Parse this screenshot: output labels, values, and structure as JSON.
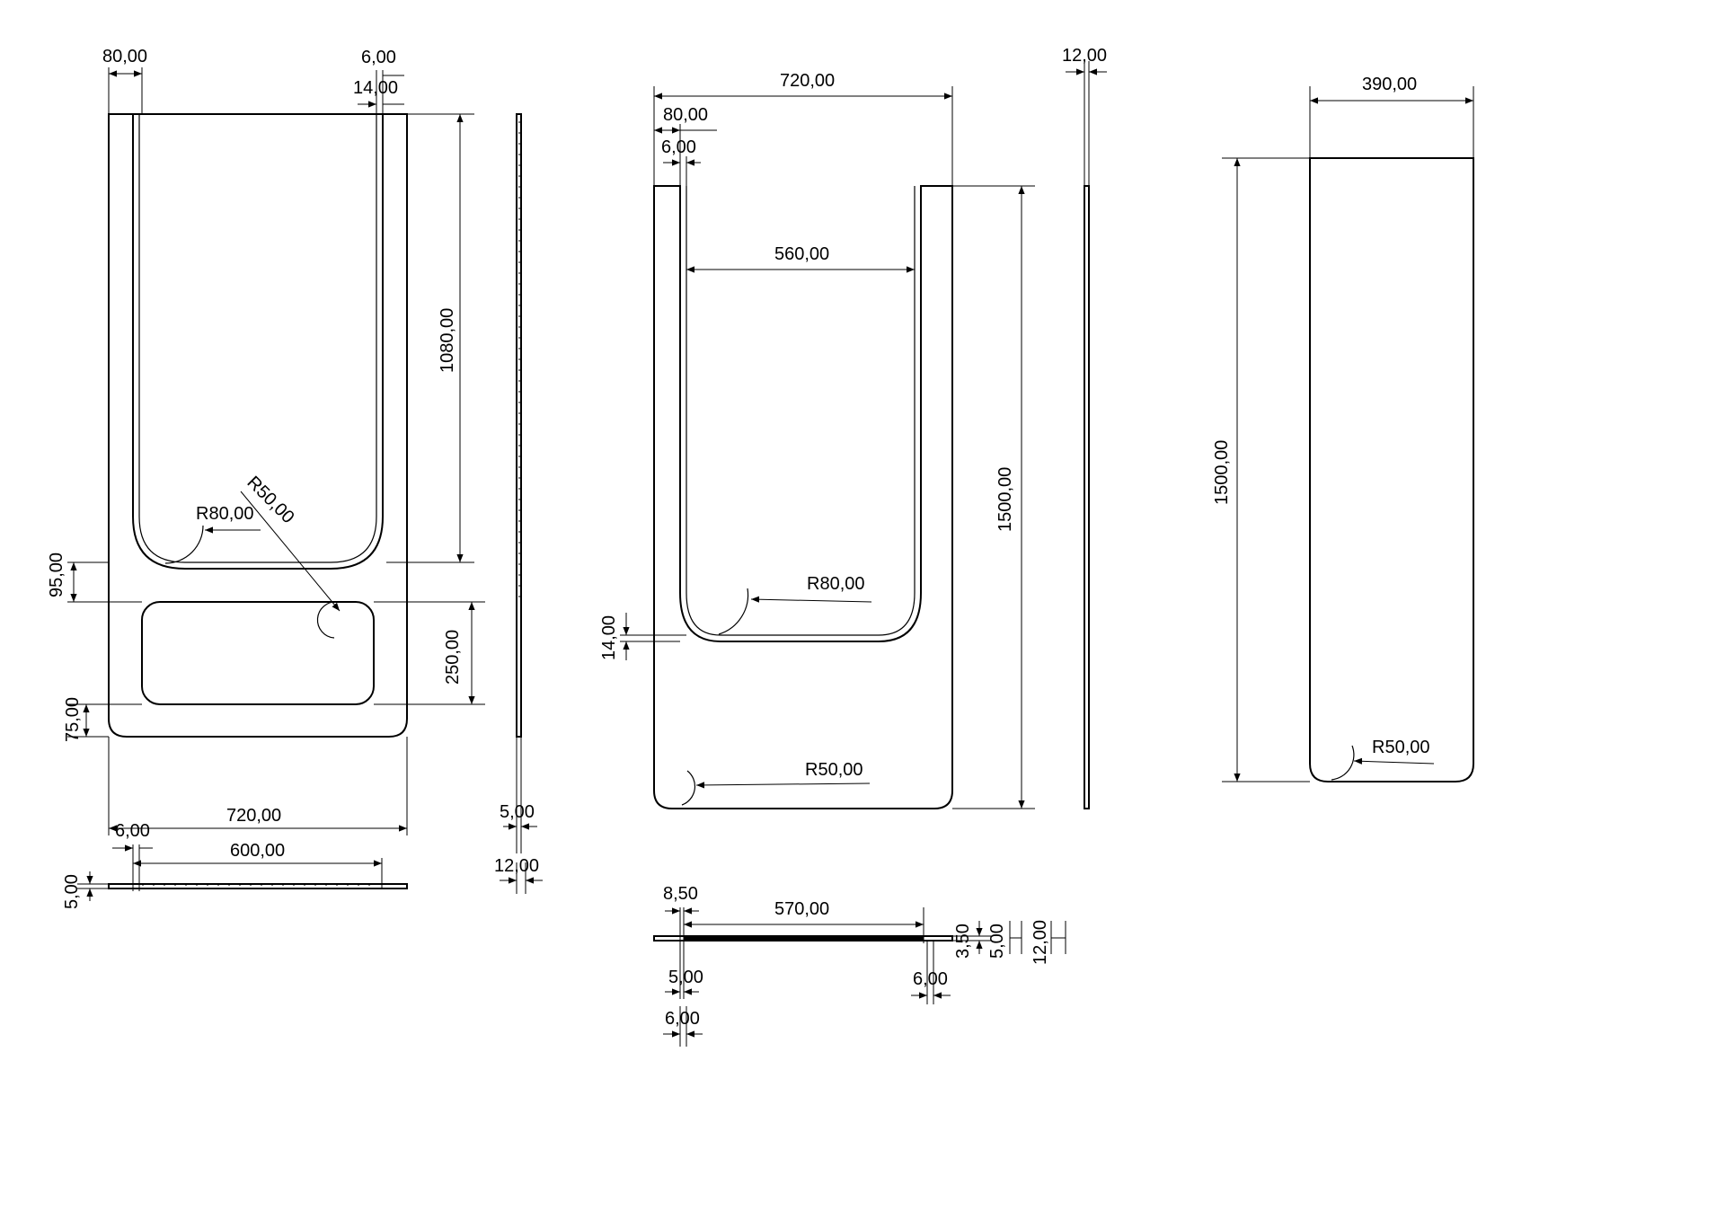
{
  "drawing": {
    "left_panel": {
      "top_width": "80,00",
      "top_gap_a": "6,00",
      "top_gap_b": "14,00",
      "height_upper": "1080,00",
      "radius_inner": "R80,00",
      "radius_slot": "R50,00",
      "gap_between": "95,00",
      "slot_height": "250,00",
      "bottom_margin": "75,00",
      "overall_width": "720,00",
      "edge_offset": "6,00",
      "inner_width": "600,00",
      "thickness": "5,00"
    },
    "left_side_view": {
      "thickness_a": "5,00",
      "thickness_b": "12,00"
    },
    "middle_panel": {
      "overall_width": "720,00",
      "leg_width": "80,00",
      "edge_offset": "6,00",
      "inner_width": "560,00",
      "height": "1500,00",
      "radius_inner": "R80,00",
      "bottom_gap": "14,00",
      "radius_outer": "R50,00"
    },
    "middle_side_view": {
      "thickness": "12,00"
    },
    "middle_section": {
      "offset": "8,50",
      "inner_width": "570,00",
      "dim_a": "3,50",
      "dim_b": "5,00",
      "dim_c": "12,00",
      "dim_d": "5,00",
      "dim_e": "6,00",
      "dim_f": "6,00"
    },
    "right_panel": {
      "width": "390,00",
      "height": "1500,00",
      "radius": "R50,00"
    }
  }
}
